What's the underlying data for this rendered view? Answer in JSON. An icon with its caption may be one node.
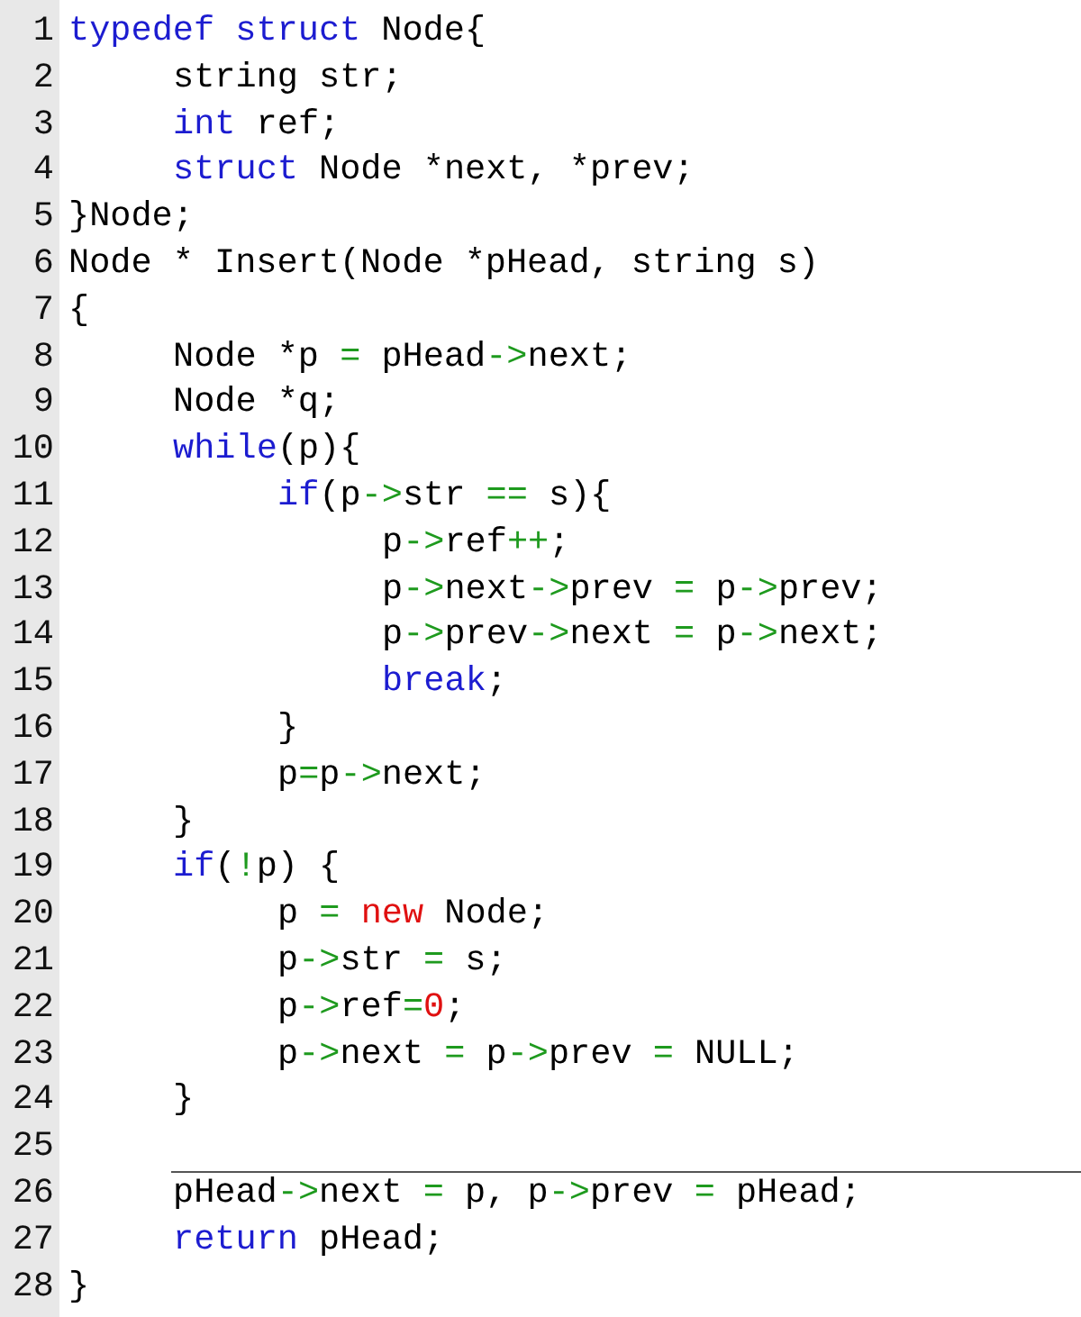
{
  "diagram": {
    "labels": [
      "1",
      "typedef struct Node{",
      "2",
      "string str;",
      "3",
      "int ref;",
      "4",
      "struct Node *next, *prev;",
      "5",
      "}Node;",
      "6",
      "Node * Insert(Node *pHead, string s)",
      "7",
      "{",
      "8",
      "Node *p = pHead->next;",
      "9",
      "Node *q;",
      "10",
      "while(p){",
      "11",
      "if(p->str == s){",
      "12",
      "p->ref++;",
      "13",
      "p->next->prev = p->prev;",
      "14",
      "p->prev->next = p->next;",
      "15",
      "break;",
      "16",
      "}",
      "17",
      "p=p->next;",
      "18",
      "}",
      "19",
      "if(!p) {",
      "20",
      "p = new Node;",
      "21",
      "p->str = s;",
      "22",
      "p->ref=0;",
      "23",
      "p->next = p->prev = NULL;",
      "24",
      "}",
      "25",
      "26",
      "pHead->next = p, p->prev = pHead;",
      "27",
      "return pHead;",
      "28",
      "}"
    ]
  }
}
